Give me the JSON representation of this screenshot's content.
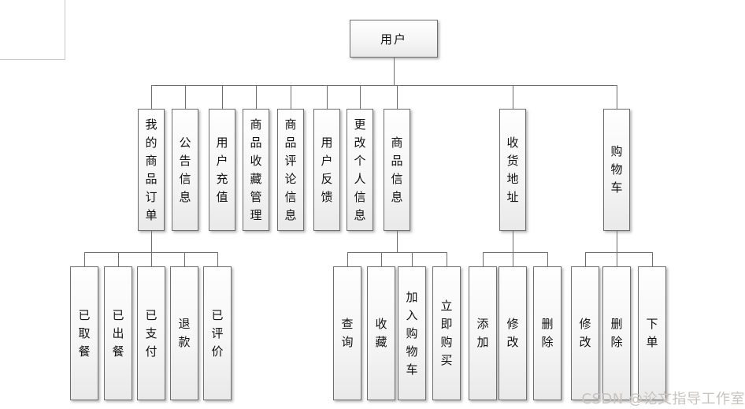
{
  "root": {
    "label": "用户"
  },
  "level2": [
    {
      "label": "我的商品订单"
    },
    {
      "label": "公告信息"
    },
    {
      "label": "用户充值"
    },
    {
      "label": "商品收藏管理"
    },
    {
      "label": "商品评论信息"
    },
    {
      "label": "用户反馈"
    },
    {
      "label": "更改个人信息"
    },
    {
      "label": "商品信息"
    },
    {
      "label": "收货地址"
    },
    {
      "label": "购物车"
    }
  ],
  "groups": [
    {
      "parent": "我的商品订单",
      "children": [
        "已取餐",
        "已出餐",
        "已支付",
        "退款",
        "已评价"
      ]
    },
    {
      "parent": "商品信息",
      "children": [
        "查询",
        "收藏",
        "加入购物车",
        "立即购买"
      ]
    },
    {
      "parent": "收货地址",
      "children": [
        "添加",
        "修改",
        "删除"
      ]
    },
    {
      "parent": "购物车",
      "children": [
        "修改",
        "删除",
        "下单"
      ]
    }
  ],
  "watermark": {
    "text": "CSDN @论文指导工作室"
  },
  "colors": {
    "node_border": "#6e6e6e",
    "node_fill_top": "#fefefe",
    "node_fill_bottom": "#e9e9e9",
    "connector": "#6d6d6d",
    "text": "#111111",
    "watermark": "#c9c3be",
    "background": "#ffffff"
  }
}
